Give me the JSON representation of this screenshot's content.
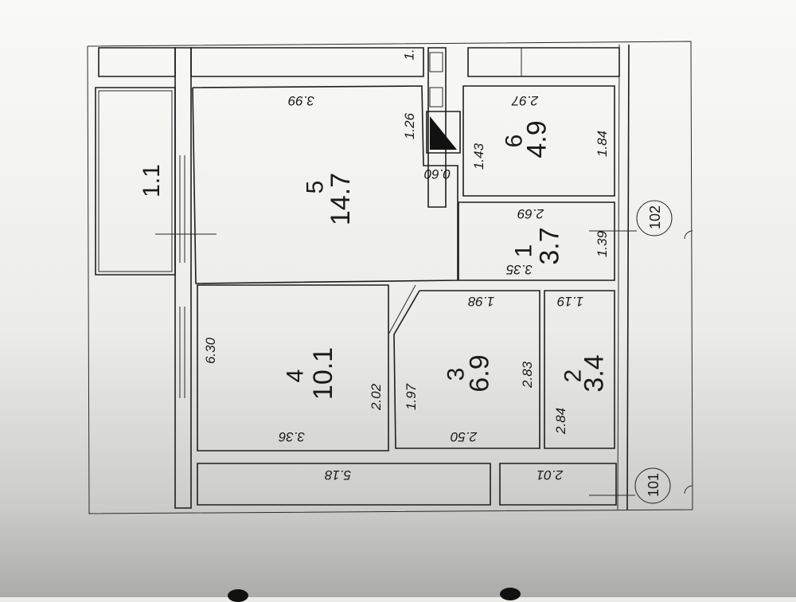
{
  "rooms": [
    {
      "id": "1.1"
    },
    {
      "id": "5",
      "area": "14.7"
    },
    {
      "id": "6",
      "area": "4.9"
    },
    {
      "id": "1",
      "area": "3.7"
    },
    {
      "id": "4",
      "area": "10.1"
    },
    {
      "id": "3",
      "area": "6.9"
    },
    {
      "id": "2",
      "area": "3.4"
    }
  ],
  "dimensions": {
    "d_399": "3.99",
    "d_126": "1.26",
    "d_060": "0.60",
    "d_297": "2.97",
    "d_143": "1.43",
    "d_184": "1.84",
    "d_269": "2.69",
    "d_335": "3.35",
    "d_139": "1.39",
    "d_630": "6.30",
    "d_198": "1.98",
    "d_119": "1.19",
    "d_202": "2.02",
    "d_197": "1.97",
    "d_283": "2.83",
    "d_284": "2.84",
    "d_336": "3.36",
    "d_250": "2.50",
    "d_518": "5.18",
    "d_201": "2.01",
    "d_top": "1."
  },
  "axes": {
    "a102": "102",
    "a101": "101"
  }
}
